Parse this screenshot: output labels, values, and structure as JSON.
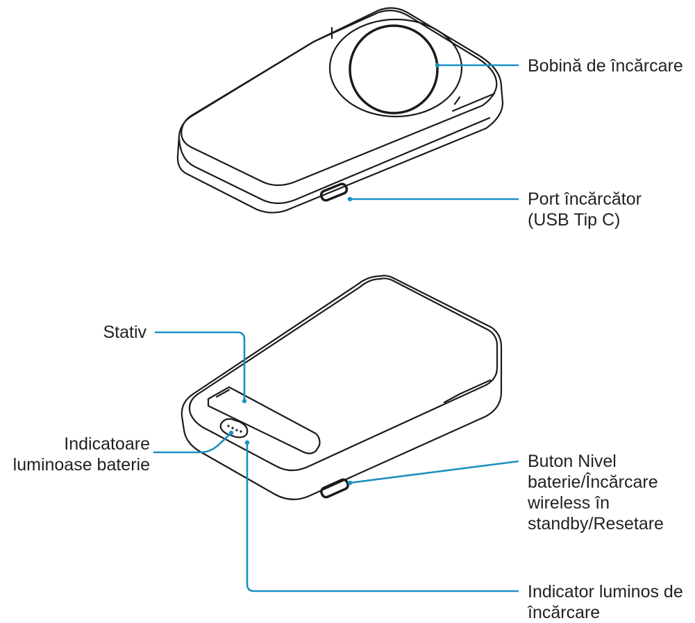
{
  "colors": {
    "outline": "#1a1a1a",
    "leader": "#1b8fc1",
    "text": "#222222",
    "background": "#ffffff"
  },
  "labels": {
    "coil": [
      "Bobină de încărcare"
    ],
    "port": [
      "Port încărcător",
      "(USB Tip C)"
    ],
    "stand": [
      "Stativ"
    ],
    "battery_leds": [
      "Indicatoare",
      "luminoase baterie"
    ],
    "button": [
      "Buton Nivel",
      "baterie/Încărcare",
      "wireless în",
      "standby/Resetare"
    ],
    "charge_led": [
      "Indicator luminos de",
      "încărcare"
    ]
  }
}
